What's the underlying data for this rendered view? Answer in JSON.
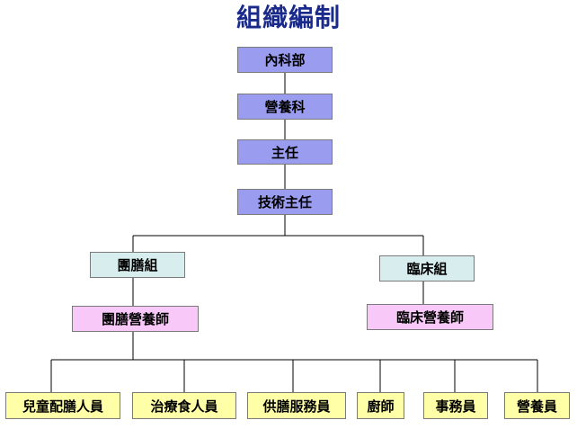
{
  "title": "組織編制",
  "hierarchy": {
    "level1": "內科部",
    "level2": "營養科",
    "level3": "主任",
    "level4": "技術主任"
  },
  "groups": {
    "left": {
      "name": "團膳組",
      "sub": "團膳營養師"
    },
    "right": {
      "name": "臨床組",
      "sub": "臨床營養師"
    }
  },
  "staff": [
    "兒童配膳人員",
    "治療食人員",
    "供膳服務員",
    "廚師",
    "事務員",
    "營養員"
  ],
  "colors": {
    "title": "#1a2a8a",
    "top_boxes": "#9a9cf0",
    "group_boxes": "#d8eeee",
    "dietitian_boxes": "#f8c8f8",
    "staff_boxes": "#ffffa8"
  }
}
